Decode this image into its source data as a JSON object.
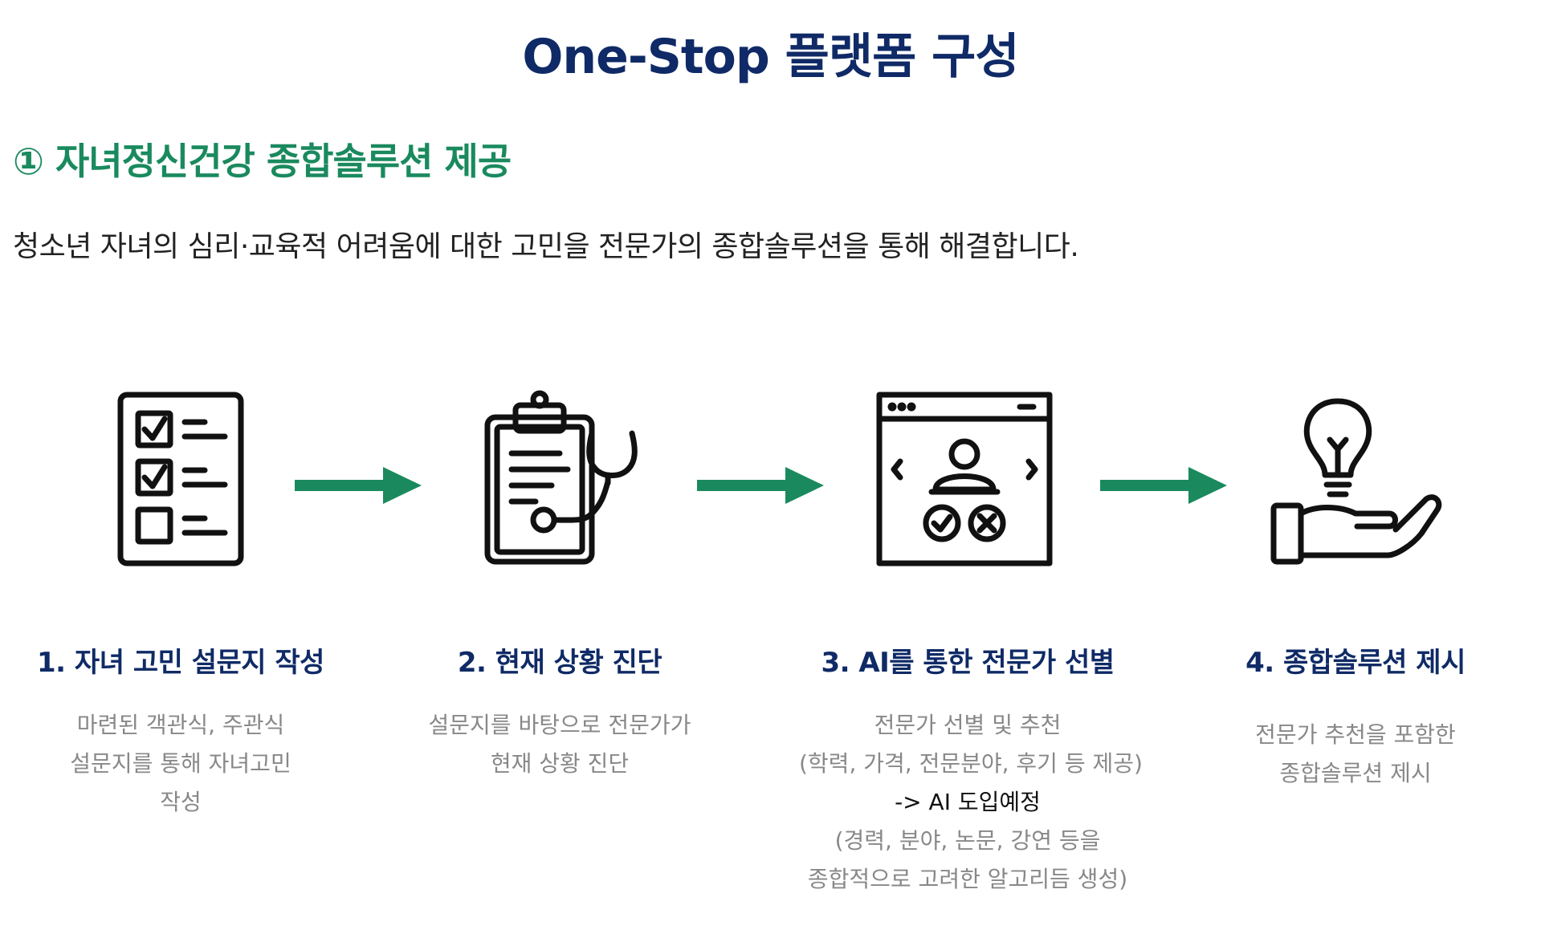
{
  "title": "One-Stop 플랫폼 구성",
  "section_heading": "① 자녀정신건강 종합솔루션 제공",
  "description": "청소년 자녀의 심리·교육적 어려움에 대한 고민을 전문가의 종합솔루션을 통해 해결합니다.",
  "colors": {
    "navy": "#0f2a66",
    "green": "#1a8a5e",
    "gray": "#888888"
  },
  "steps": [
    {
      "icon": "survey-checklist-icon",
      "title": "1. 자녀 고민 설문지 작성",
      "lines": [
        "마련된 객관식, 주관식",
        "설문지를 통해 자녀고민",
        "작성"
      ]
    },
    {
      "icon": "clipboard-stethoscope-icon",
      "title": "2. 현재 상황 진단",
      "lines": [
        "설문지를 바탕으로 전문가가",
        "현재 상황 진단"
      ]
    },
    {
      "icon": "expert-selection-window-icon",
      "title": "3. AI를 통한 전문가 선별",
      "lines": [
        "전문가 선별 및 추천",
        "(학력, 가격, 전문분야, 후기 등 제공)",
        "-> AI 도입예정",
        "(경력, 분야, 논문, 강연 등을",
        "종합적으로 고려한 알고리듬 생성)"
      ]
    },
    {
      "icon": "lightbulb-hand-icon",
      "title": "4. 종합솔루션 제시",
      "lines": [
        "전문가 추천을 포함한",
        "종합솔루션 제시"
      ]
    }
  ]
}
